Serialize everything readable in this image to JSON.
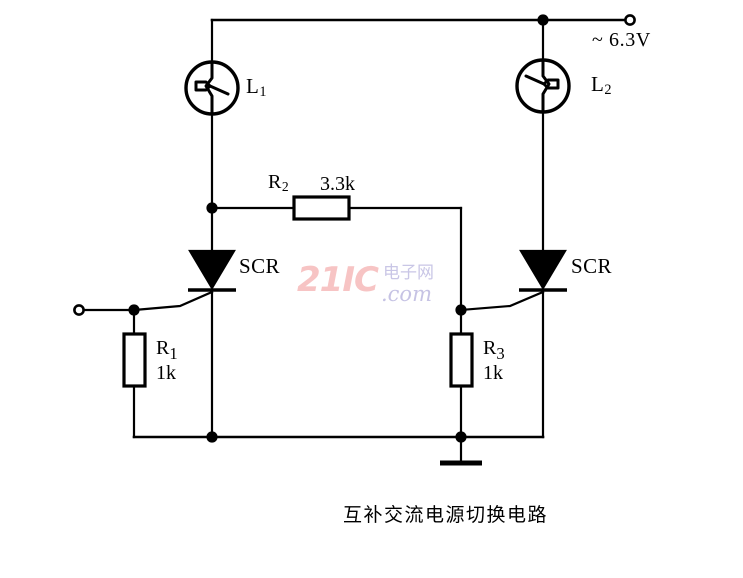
{
  "diagram": {
    "title_caption": "互补交流电源切换电路",
    "background_color": "#ffffff",
    "line_color": "#000000"
  },
  "labels": {
    "lamp1": {
      "name": "L",
      "sub": "1"
    },
    "lamp2": {
      "name": "L",
      "sub": "2"
    },
    "supply": "~ 6.3V",
    "scr_left": "SCR",
    "scr_right": "SCR",
    "r2": {
      "name": "R",
      "sub": "2",
      "value": "3.3k"
    },
    "r1": {
      "name": "R",
      "sub": "1",
      "value": "1k"
    },
    "r3": {
      "name": "R",
      "sub": "3",
      "value": "1k"
    }
  },
  "components": [
    {
      "id": "L1",
      "type": "lamp",
      "label": "L1"
    },
    {
      "id": "L2",
      "type": "lamp",
      "label": "L2"
    },
    {
      "id": "SCR1",
      "type": "thyristor",
      "label": "SCR"
    },
    {
      "id": "SCR2",
      "type": "thyristor",
      "label": "SCR"
    },
    {
      "id": "R1",
      "type": "resistor",
      "label": "R1",
      "value": "1k"
    },
    {
      "id": "R2",
      "type": "resistor",
      "label": "R2",
      "value": "3.3k"
    },
    {
      "id": "R3",
      "type": "resistor",
      "label": "R3",
      "value": "1k"
    }
  ],
  "terminals": [
    {
      "id": "supply-terminal",
      "label": "~ 6.3V"
    },
    {
      "id": "trigger-input-terminal",
      "label": ""
    },
    {
      "id": "ground",
      "label": ""
    }
  ],
  "watermark": {
    "brand": "21IC",
    "cn": "电子网",
    "com": ".com",
    "brand_color": "#f7c4c4",
    "cn_color": "#c9c6e6"
  }
}
